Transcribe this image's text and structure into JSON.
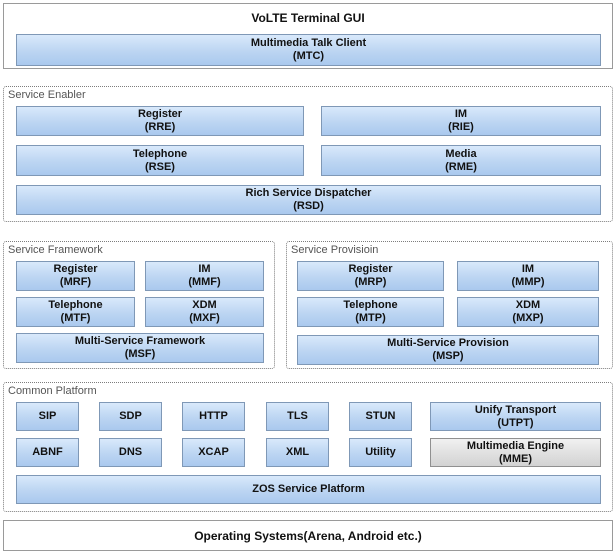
{
  "terminal": {
    "title": "VoLTE Terminal GUI",
    "mtc": {
      "name": "Multimedia Talk Client",
      "abbr": "(MTC)"
    }
  },
  "service_enabler": {
    "title": "Service Enabler",
    "register": {
      "name": "Register",
      "abbr": "(RRE)"
    },
    "im": {
      "name": "IM",
      "abbr": "(RIE)"
    },
    "telephone": {
      "name": "Telephone",
      "abbr": "(RSE)"
    },
    "media": {
      "name": "Media",
      "abbr": "(RME)"
    },
    "dispatcher": {
      "name": "Rich Service Dispatcher",
      "abbr": "(RSD)"
    }
  },
  "service_framework": {
    "title": "Service Framework",
    "register": {
      "name": "Register",
      "abbr": "(MRF)"
    },
    "im": {
      "name": "IM",
      "abbr": "(MMF)"
    },
    "telephone": {
      "name": "Telephone",
      "abbr": "(MTF)"
    },
    "xdm": {
      "name": "XDM",
      "abbr": "(MXF)"
    },
    "multi": {
      "name": "Multi-Service Framework",
      "abbr": "(MSF)"
    }
  },
  "service_provision": {
    "title": "Service Provisioin",
    "register": {
      "name": "Register",
      "abbr": "(MRP)"
    },
    "im": {
      "name": "IM",
      "abbr": "(MMP)"
    },
    "telephone": {
      "name": "Telephone",
      "abbr": "(MTP)"
    },
    "xdm": {
      "name": "XDM",
      "abbr": "(MXP)"
    },
    "multi": {
      "name": "Multi-Service Provision",
      "abbr": "(MSP)"
    }
  },
  "common_platform": {
    "title": "Common Platform",
    "sip": "SIP",
    "sdp": "SDP",
    "http": "HTTP",
    "tls": "TLS",
    "stun": "STUN",
    "utpt": {
      "name": "Unify Transport",
      "abbr": "(UTPT)"
    },
    "abnf": "ABNF",
    "dns": "DNS",
    "xcap": "XCAP",
    "xml": "XML",
    "utility": "Utility",
    "mme": {
      "name": "Multimedia Engine",
      "abbr": "(MME)"
    },
    "zos": "ZOS Service Platform"
  },
  "os": {
    "label": "Operating Systems(Arena, Android etc.)"
  }
}
